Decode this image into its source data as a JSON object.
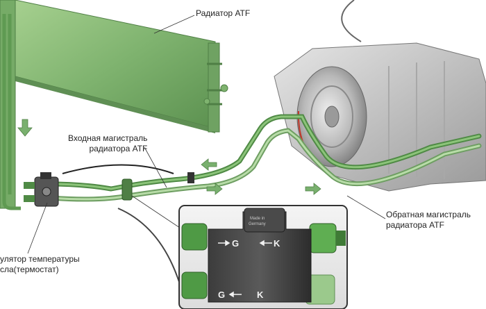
{
  "labels": {
    "radiator": "Радиатор ATF",
    "inlet_line": [
      "Входная магистраль",
      "радиатора ATF"
    ],
    "return_line": [
      "Обратная магистраль",
      "радиатора ATF"
    ],
    "thermostat": [
      "улятор температуры",
      "сла(термостат)"
    ]
  },
  "inset": {
    "port_letters": [
      "G",
      "K",
      "G",
      "K"
    ],
    "cast_text": [
      "Made in",
      "Germany"
    ]
  },
  "colors": {
    "pipe_green": "#6aa55e",
    "radiator_green": "#7fb36f",
    "flow_arrow": "#79b06e",
    "inset_border": "#333333"
  }
}
